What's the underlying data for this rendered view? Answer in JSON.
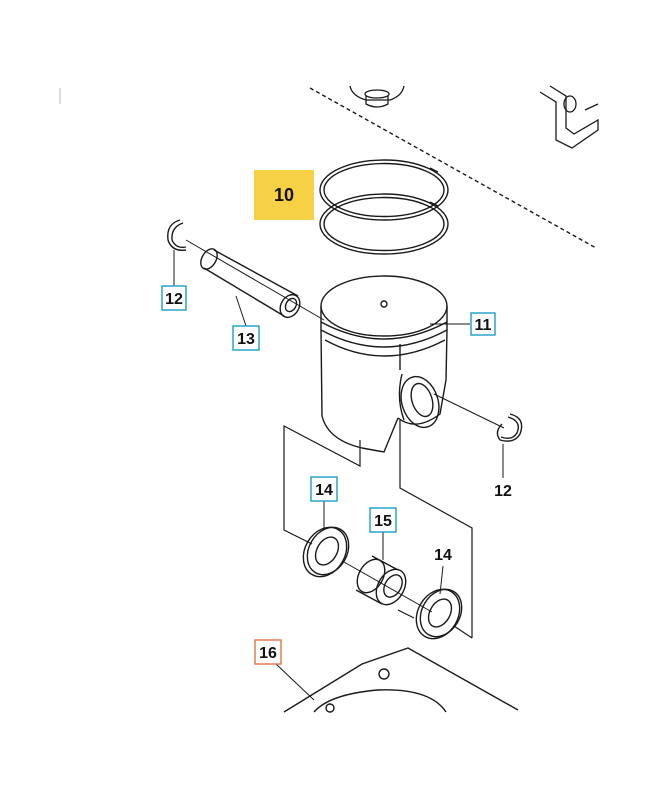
{
  "callouts": [
    {
      "id": "c10",
      "label": "10",
      "style": "highlight"
    },
    {
      "id": "c11",
      "label": "11",
      "style": "box"
    },
    {
      "id": "c12a",
      "label": "12",
      "style": "box"
    },
    {
      "id": "c12b",
      "label": "12",
      "style": "plain"
    },
    {
      "id": "c13",
      "label": "13",
      "style": "box"
    },
    {
      "id": "c14a",
      "label": "14",
      "style": "box"
    },
    {
      "id": "c14b",
      "label": "14",
      "style": "plain"
    },
    {
      "id": "c15",
      "label": "15",
      "style": "box"
    },
    {
      "id": "c16",
      "label": "16",
      "style": "box-orange"
    }
  ],
  "colors": {
    "line": "#1a1a1a",
    "box_border": "#1aa0c8",
    "box_border_orange": "#e8734a",
    "highlight_fill": "#f6d146",
    "label_text": "#111111"
  }
}
